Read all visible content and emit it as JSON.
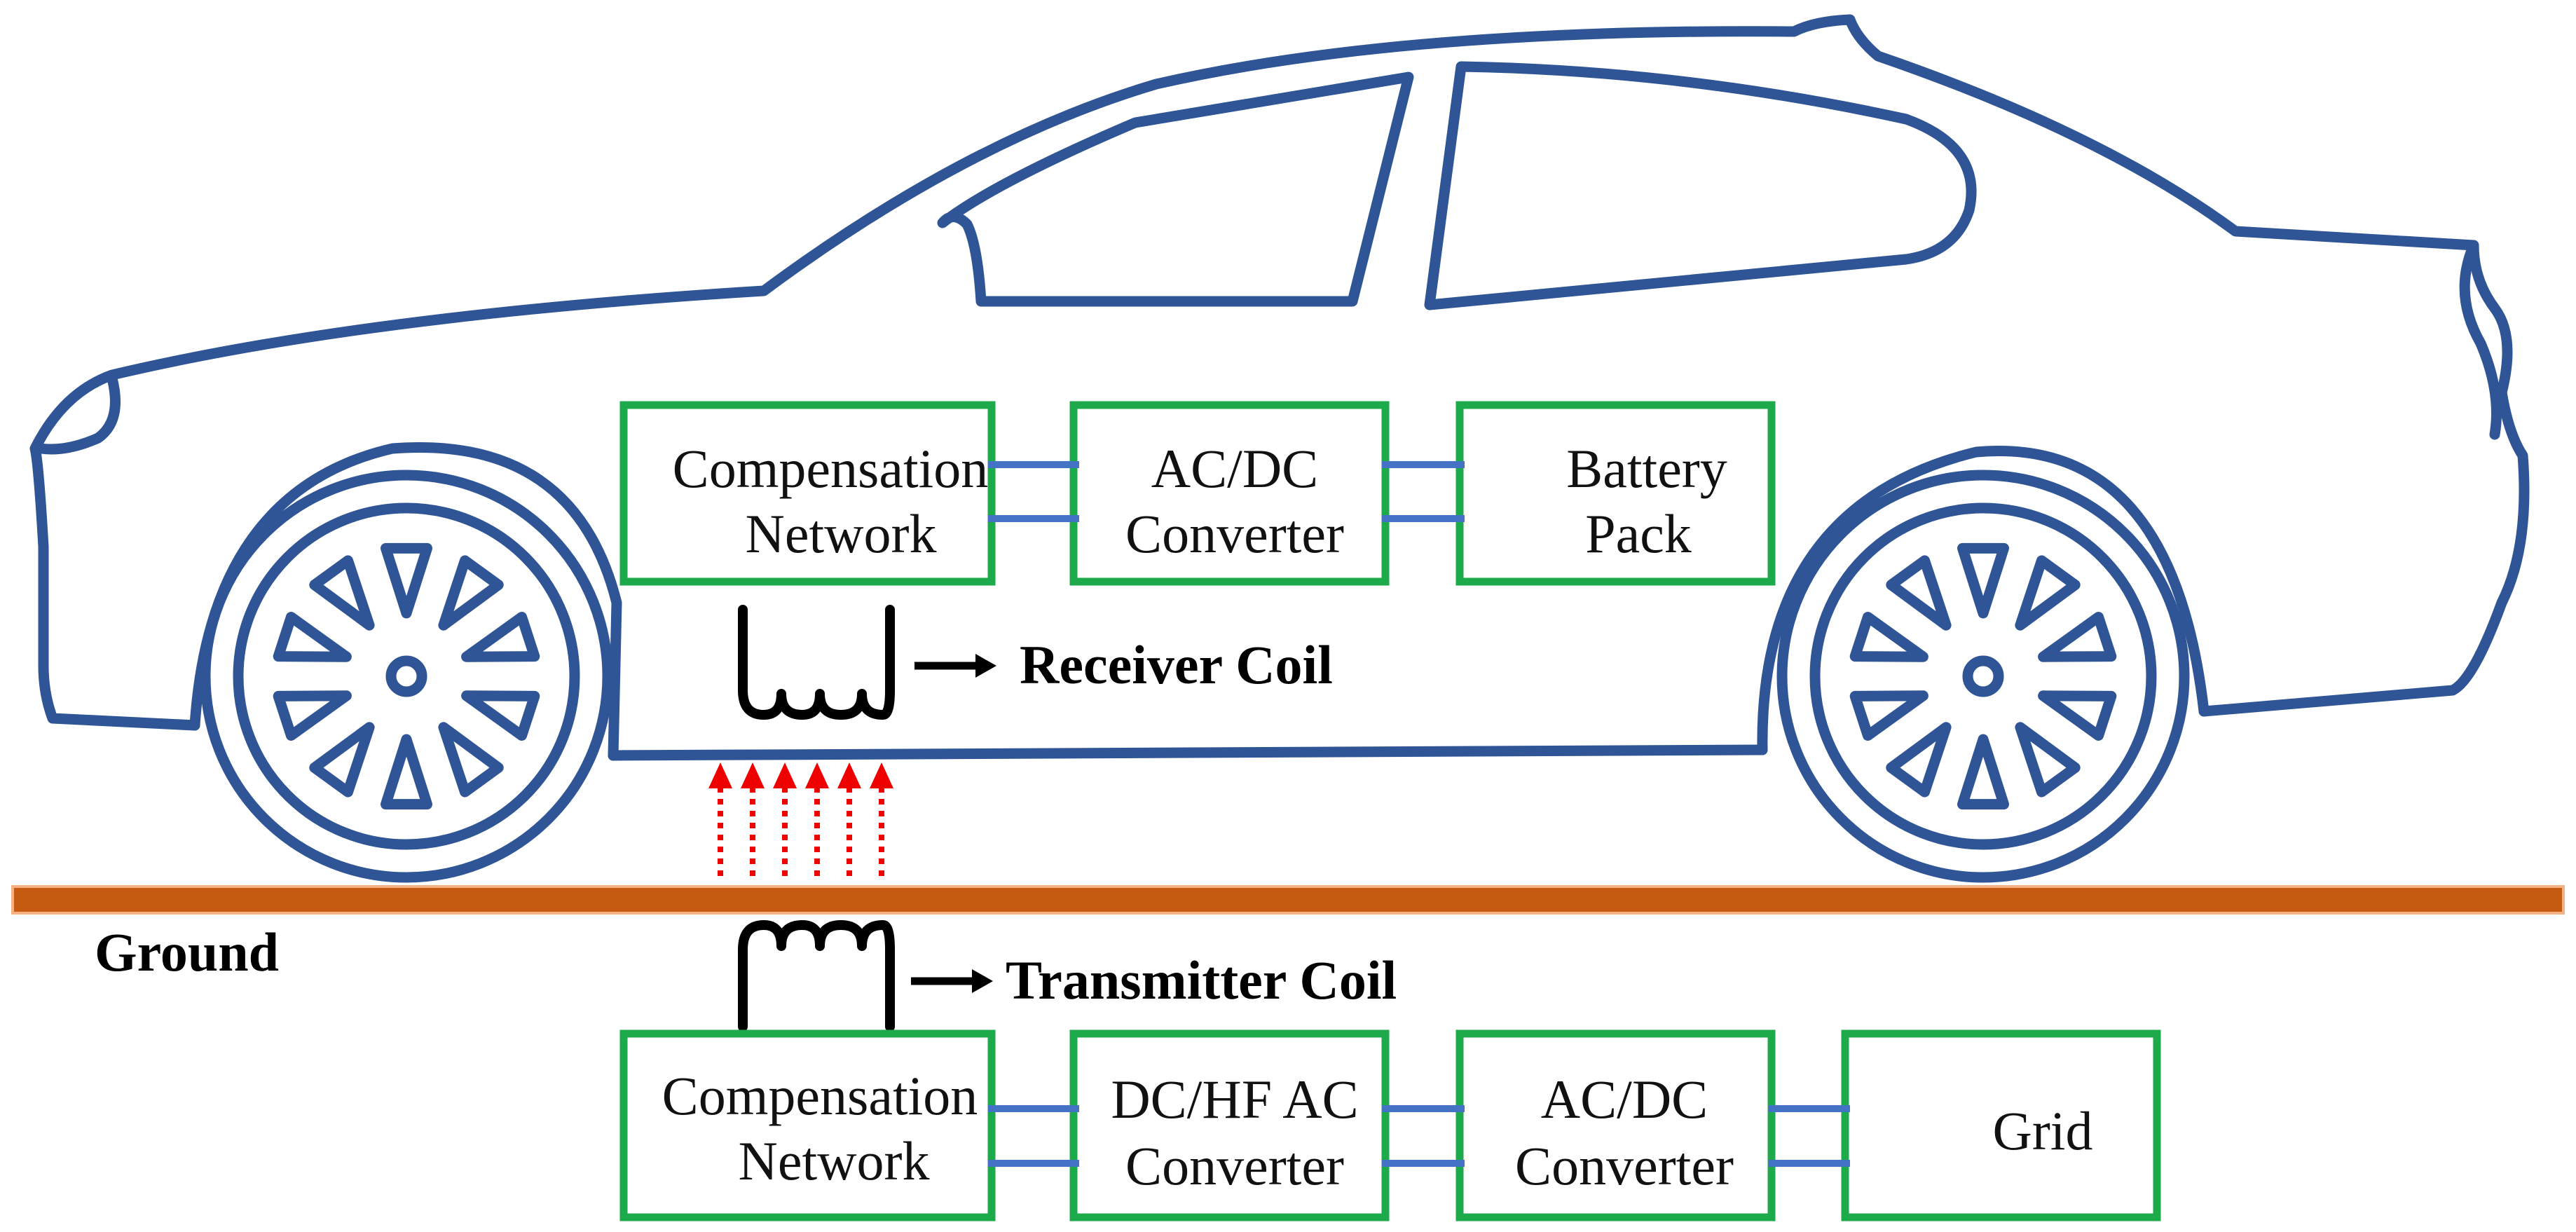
{
  "vehicle_side": {
    "compensation_network": {
      "line1": "Compensation",
      "line2": "Network"
    },
    "ac_dc_converter": {
      "line1": "AC/DC",
      "line2": "Converter"
    },
    "battery_pack": {
      "line1": "Battery",
      "line2": "Pack"
    },
    "receiver_coil_label": "Receiver Coil"
  },
  "ground_side": {
    "ground_label": "Ground",
    "transmitter_coil_label": "Transmitter Coil",
    "compensation_network": {
      "line1": "Compensation",
      "line2": "Network"
    },
    "dc_hf_ac_converter": {
      "line1": "DC/HF AC",
      "line2": "Converter"
    },
    "ac_dc_converter": {
      "line1": "AC/DC",
      "line2": "Converter"
    },
    "grid": {
      "line1": "Grid"
    }
  },
  "colors": {
    "car_outline": "#2f5597",
    "box_border": "#1daa4a",
    "connector": "#4472c4",
    "ground_bar": "#c55a11",
    "magnetic_field": "#ee0000",
    "coil": "#000000"
  }
}
